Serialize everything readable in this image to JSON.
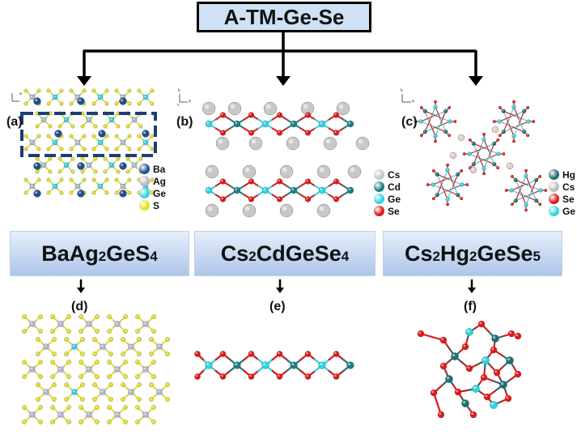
{
  "title": "A-TM-Ge-Se",
  "panels": {
    "a": "(a)",
    "b": "(b)",
    "c": "(c)",
    "d": "(d)",
    "e": "(e)",
    "f": "(f)"
  },
  "compounds": [
    {
      "base": [
        "BaAg",
        "GeS"
      ],
      "subs": [
        "2",
        "4"
      ]
    },
    {
      "base": [
        "Cs",
        "CdGeSe"
      ],
      "subs": [
        "2",
        "4"
      ]
    },
    {
      "base": [
        "Cs",
        "Hg",
        "GeSe"
      ],
      "subs": [
        "2",
        "2",
        "5"
      ]
    }
  ],
  "legends": {
    "a": [
      {
        "label": "Ba",
        "color": "#1f4f8f"
      },
      {
        "label": "Ag",
        "color": "#b8b8c4"
      },
      {
        "label": "Ge",
        "color": "#33d3e0"
      },
      {
        "label": "S",
        "color": "#e6e21c"
      }
    ],
    "b": [
      {
        "label": "Cs",
        "color": "#c8c8c8"
      },
      {
        "label": "Cd",
        "color": "#1f7d82"
      },
      {
        "label": "Ge",
        "color": "#33d3e0"
      },
      {
        "label": "Se",
        "color": "#e01818"
      }
    ],
    "c": [
      {
        "label": "Hg",
        "color": "#1f6f73"
      },
      {
        "label": "Cs",
        "color": "#bdbdbd"
      },
      {
        "label": "Se",
        "color": "#e01818"
      },
      {
        "label": "Ge",
        "color": "#33d3e0"
      }
    ]
  },
  "axes": {
    "b": "b",
    "a": "a",
    "c": "c"
  }
}
